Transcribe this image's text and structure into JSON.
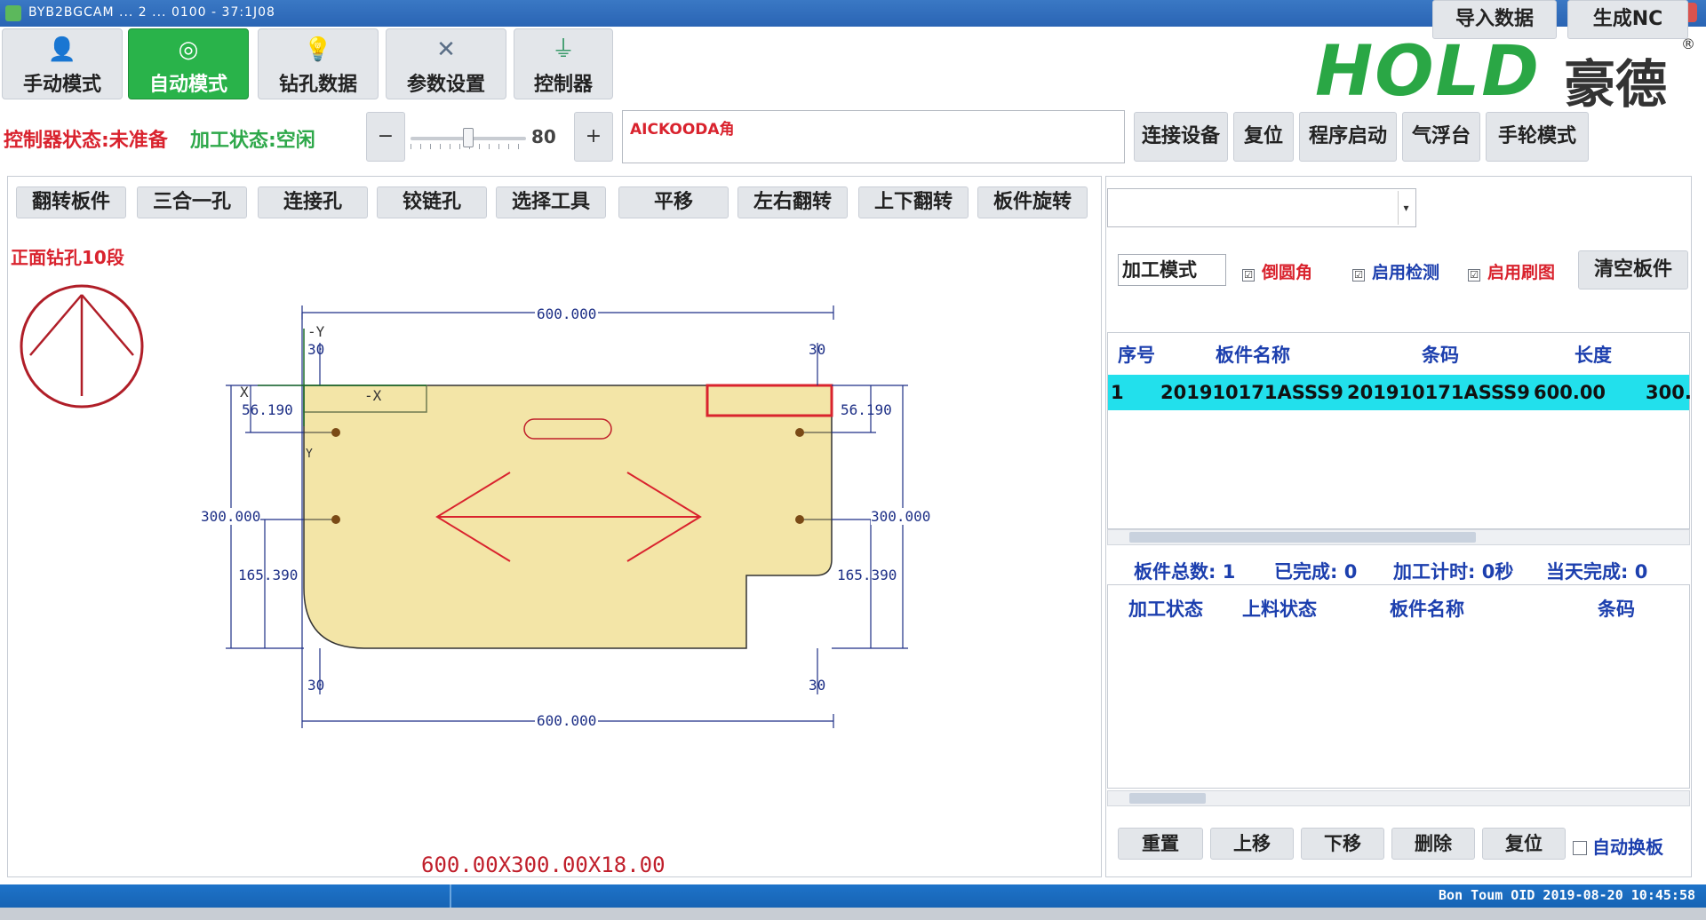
{
  "window": {
    "title": "BYB2BGCAM ... 2 ... 0100 - 37:1J08"
  },
  "main_tabs": [
    {
      "label": "手动模式",
      "icon": "operator-icon",
      "active": false
    },
    {
      "label": "自动模式",
      "icon": "gauge-icon",
      "active": true
    },
    {
      "label": "钻孔数据",
      "icon": "bulb-icon",
      "active": false
    },
    {
      "label": "参数设置",
      "icon": "tools-icon",
      "active": false
    },
    {
      "label": "控制器",
      "icon": "joystick-icon",
      "active": false
    }
  ],
  "logo": {
    "brand": "HOLD",
    "cn": "豪德",
    "reg": "®"
  },
  "status": {
    "machine": "控制器状态:未准备",
    "process": "加工状态:空闲",
    "speed_value": "80",
    "speed_fraction": 0.5,
    "minus": "−",
    "plus": "+",
    "message": "AICKOODA角"
  },
  "action_buttons": [
    "连接设备",
    "复位",
    "程序启动",
    "气浮台",
    "手轮模式"
  ],
  "tool_buttons": [
    "翻转板件",
    "三合一孔",
    "连接孔",
    "铰链孔",
    "选择工具",
    "平移",
    "左右翻转",
    "上下翻转",
    "板件旋转"
  ],
  "left_label": "正面钻孔10段",
  "drawing": {
    "top_dim": "600.000",
    "bottom_dim": "600.000",
    "left_height": "300.000",
    "right_height": "300.000",
    "left_edge": "56.190",
    "right_edge": "56.190",
    "left_lower": "165.390",
    "right_lower": "165.390",
    "corner_tl": "30",
    "corner_tr": "30",
    "corner_bl": "30",
    "corner_br": "30",
    "axis_y": "-Y",
    "axis_x": "X",
    "axis_mx": "-X",
    "axis_y2": "Y",
    "panel_size": "600.00X300.00X18.00"
  },
  "right_panel": {
    "import_button": "导入数据",
    "generate_button": "生成NC",
    "mode_select": "加工模式",
    "checks": [
      {
        "label": "倒圆角",
        "color": "red",
        "checked": true
      },
      {
        "label": "启用检测",
        "color": "blue",
        "checked": true
      },
      {
        "label": "启用刷图",
        "color": "red",
        "checked": true
      }
    ],
    "clear_button": "清空板件",
    "table_headers": [
      "序号",
      "板件名称",
      "条码",
      "长度"
    ],
    "rows": [
      {
        "index": "1",
        "name": "201910171ASSS9",
        "code": "201910171ASSS9",
        "length": "600.00",
        "width": "300."
      }
    ],
    "summary": {
      "total_label": "板件总数:",
      "total": "1",
      "done_label": "已完成:",
      "done": "0",
      "timer_label": "加工计时:",
      "timer": "0秒",
      "today_label": "当天完成:",
      "today": "0"
    },
    "table2_headers": [
      "加工状态",
      "上料状态",
      "板件名称",
      "条码"
    ],
    "bottom_buttons": [
      "重置",
      "上移",
      "下移",
      "删除",
      "复位"
    ],
    "auto_check": "自动换板"
  },
  "statusbar": {
    "time": "Bon Toum OID 2019-08-20 10:45:58"
  }
}
